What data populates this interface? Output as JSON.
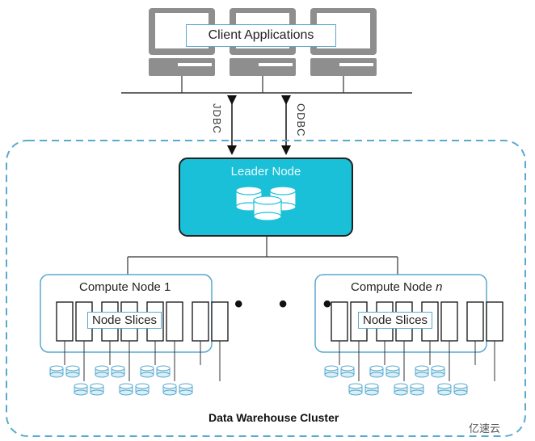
{
  "clients": {
    "label": "Client Applications"
  },
  "connections": {
    "left_label": "JDBC",
    "right_label": "ODBC"
  },
  "leader": {
    "title": "Leader Node"
  },
  "compute_left": {
    "title": "Compute Node 1",
    "slices": "Node Slices"
  },
  "compute_right": {
    "title_prefix": "Compute Node ",
    "title_var": "n",
    "slices": "Node Slices"
  },
  "ellipsis": "• • •",
  "cluster": {
    "label": "Data Warehouse Cluster"
  },
  "watermark": "亿速云",
  "colors": {
    "leader_fill": "#19c0d8",
    "cluster_border": "#5aa9cf",
    "monitor_gray": "#8e8e8e"
  }
}
